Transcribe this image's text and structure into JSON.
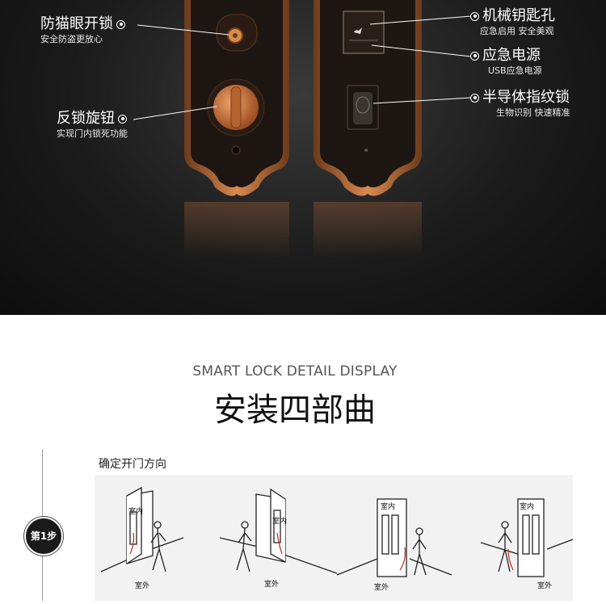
{
  "callouts": {
    "peephole": {
      "title": "防猫眼开锁",
      "sub": "安全防盗更放心"
    },
    "knob": {
      "title": "反锁旋钮",
      "sub": "实现门内锁死功能"
    },
    "keyhole": {
      "title": "机械钥匙孔",
      "sub": "应急启用 安全美观"
    },
    "usb": {
      "title": "应急电源",
      "sub": "USB应急电源"
    },
    "fingerprint": {
      "title": "半导体指纹锁",
      "sub": "生物识别 快速精准"
    }
  },
  "section": {
    "subtitle": "SMART LOCK DETAIL DISPLAY",
    "title": "安装四部曲"
  },
  "step": {
    "badge": "第1步",
    "label": "确定开门方向"
  },
  "diagram_labels": {
    "indoor": "室内",
    "outdoor": "室外"
  },
  "colors": {
    "copper": "#c0703a",
    "panel": "#1e1612",
    "background": "#151515"
  }
}
